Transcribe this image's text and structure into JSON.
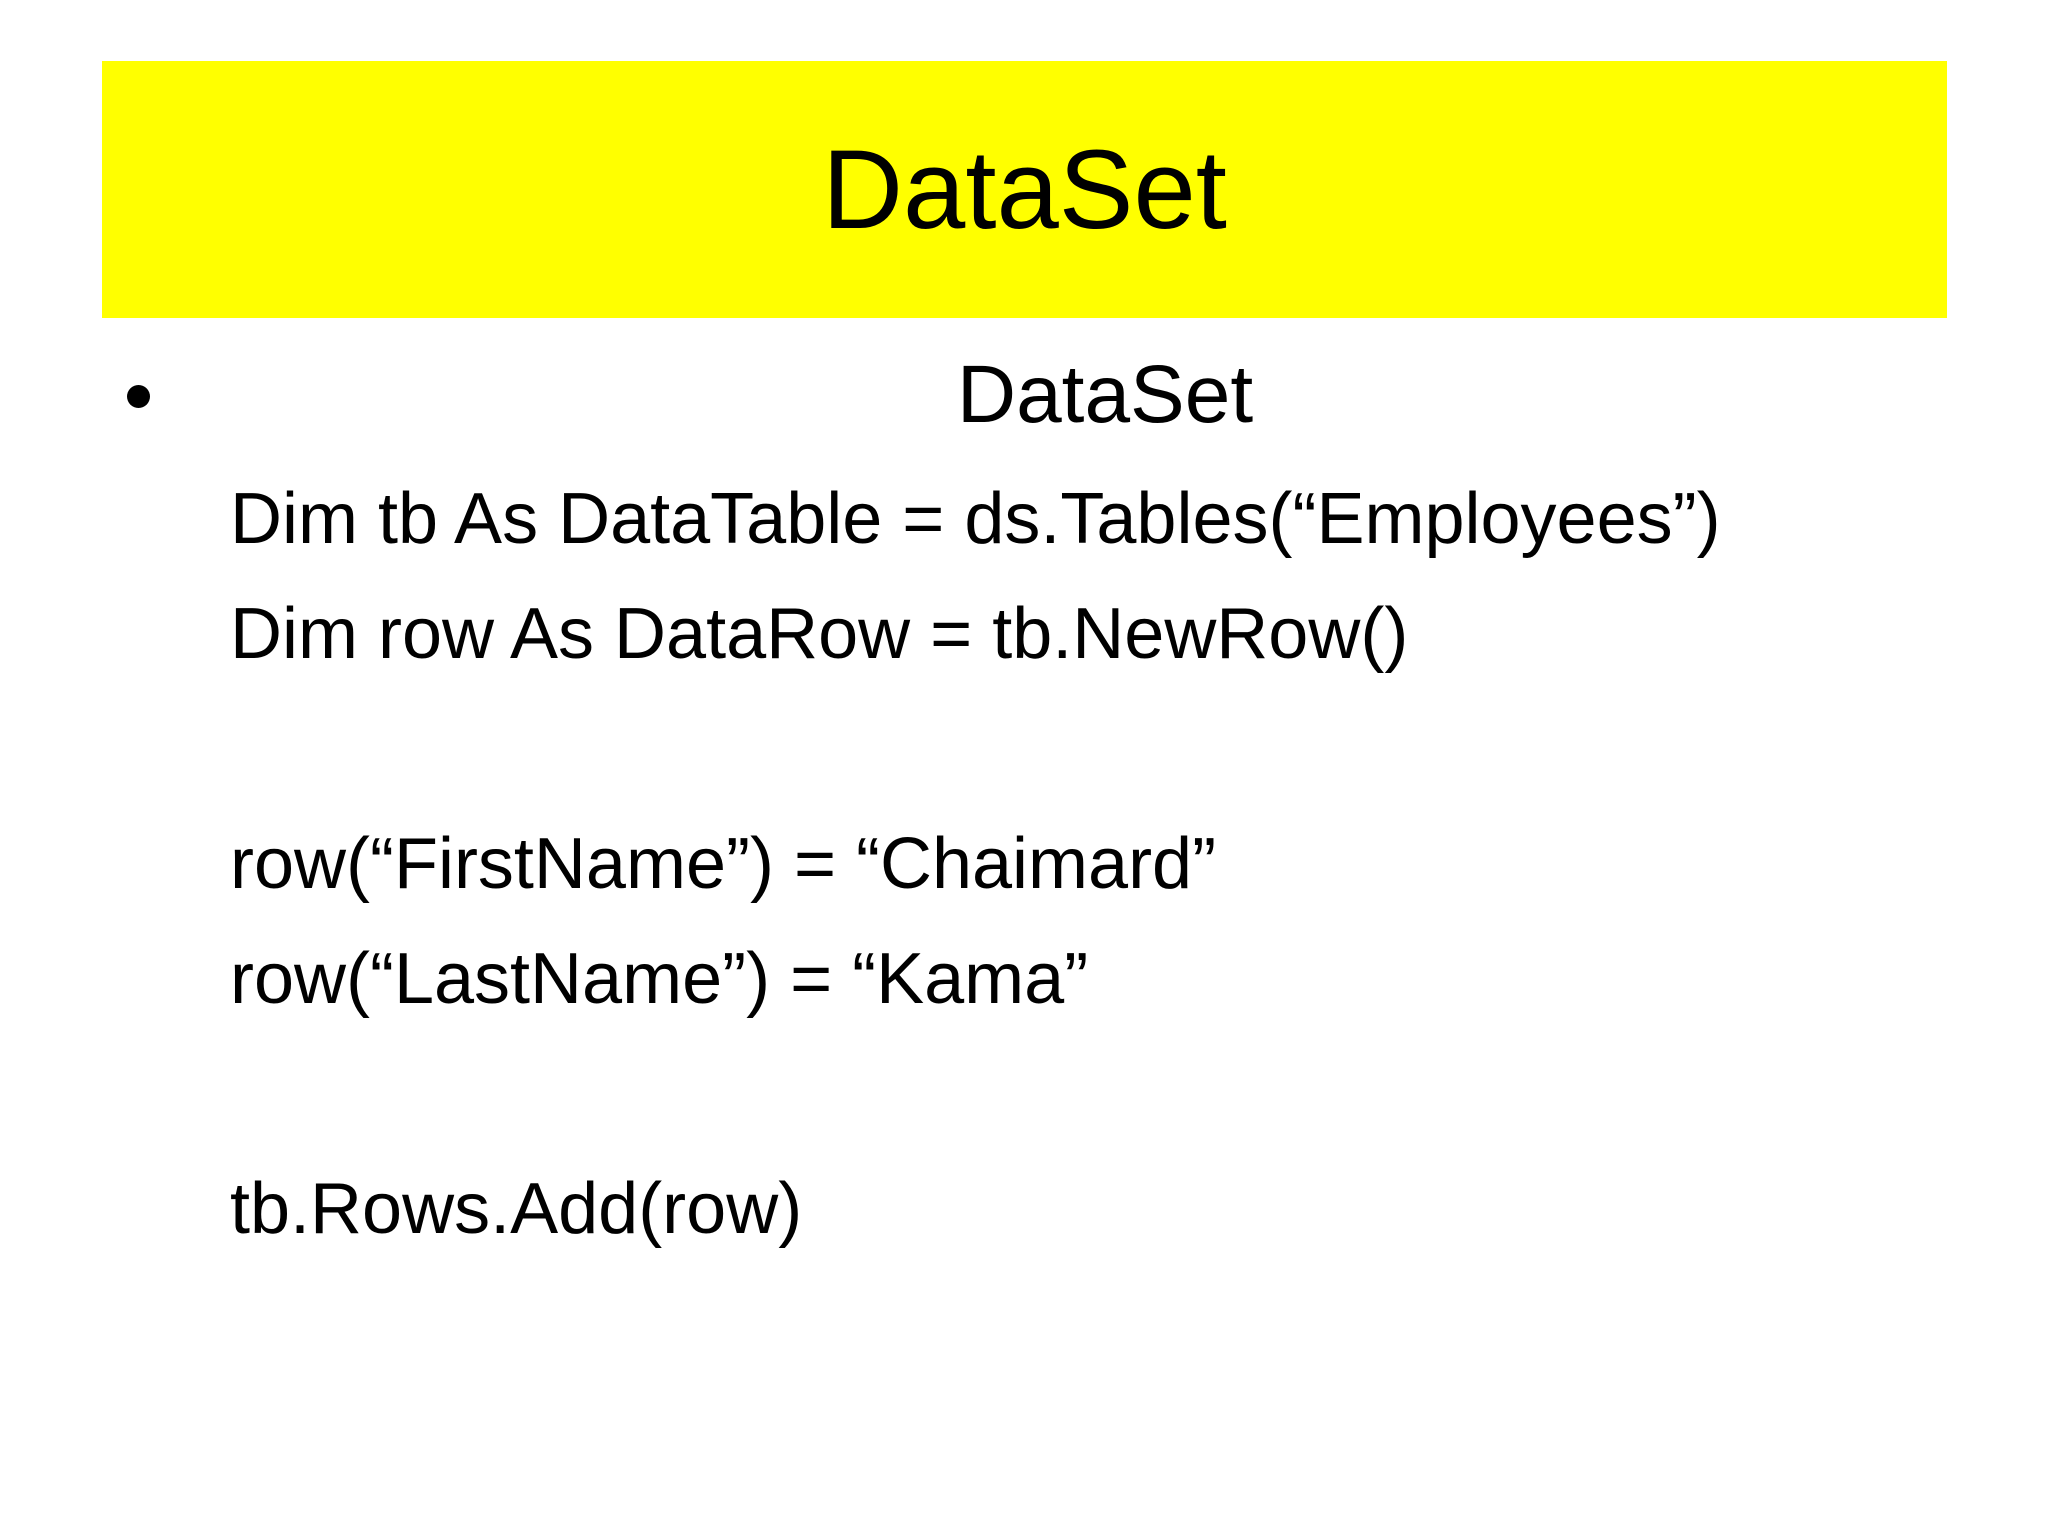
{
  "slide": {
    "title": "DataSet",
    "bullet": {
      "icon": "circle-bullet",
      "heading": "DataSet"
    },
    "code_lines": [
      "Dim tb As DataTable = ds.Tables(“Employees”)",
      "Dim row As DataRow = tb.NewRow()",
      "",
      "row(“FirstName”) = “Chaimard”",
      "row(“LastName”) = “Kama”",
      "",
      "tb.Rows.Add(row)"
    ],
    "colors": {
      "banner_bg": "#FFFF00",
      "text": "#000000",
      "page_bg": "#FFFFFF"
    }
  }
}
